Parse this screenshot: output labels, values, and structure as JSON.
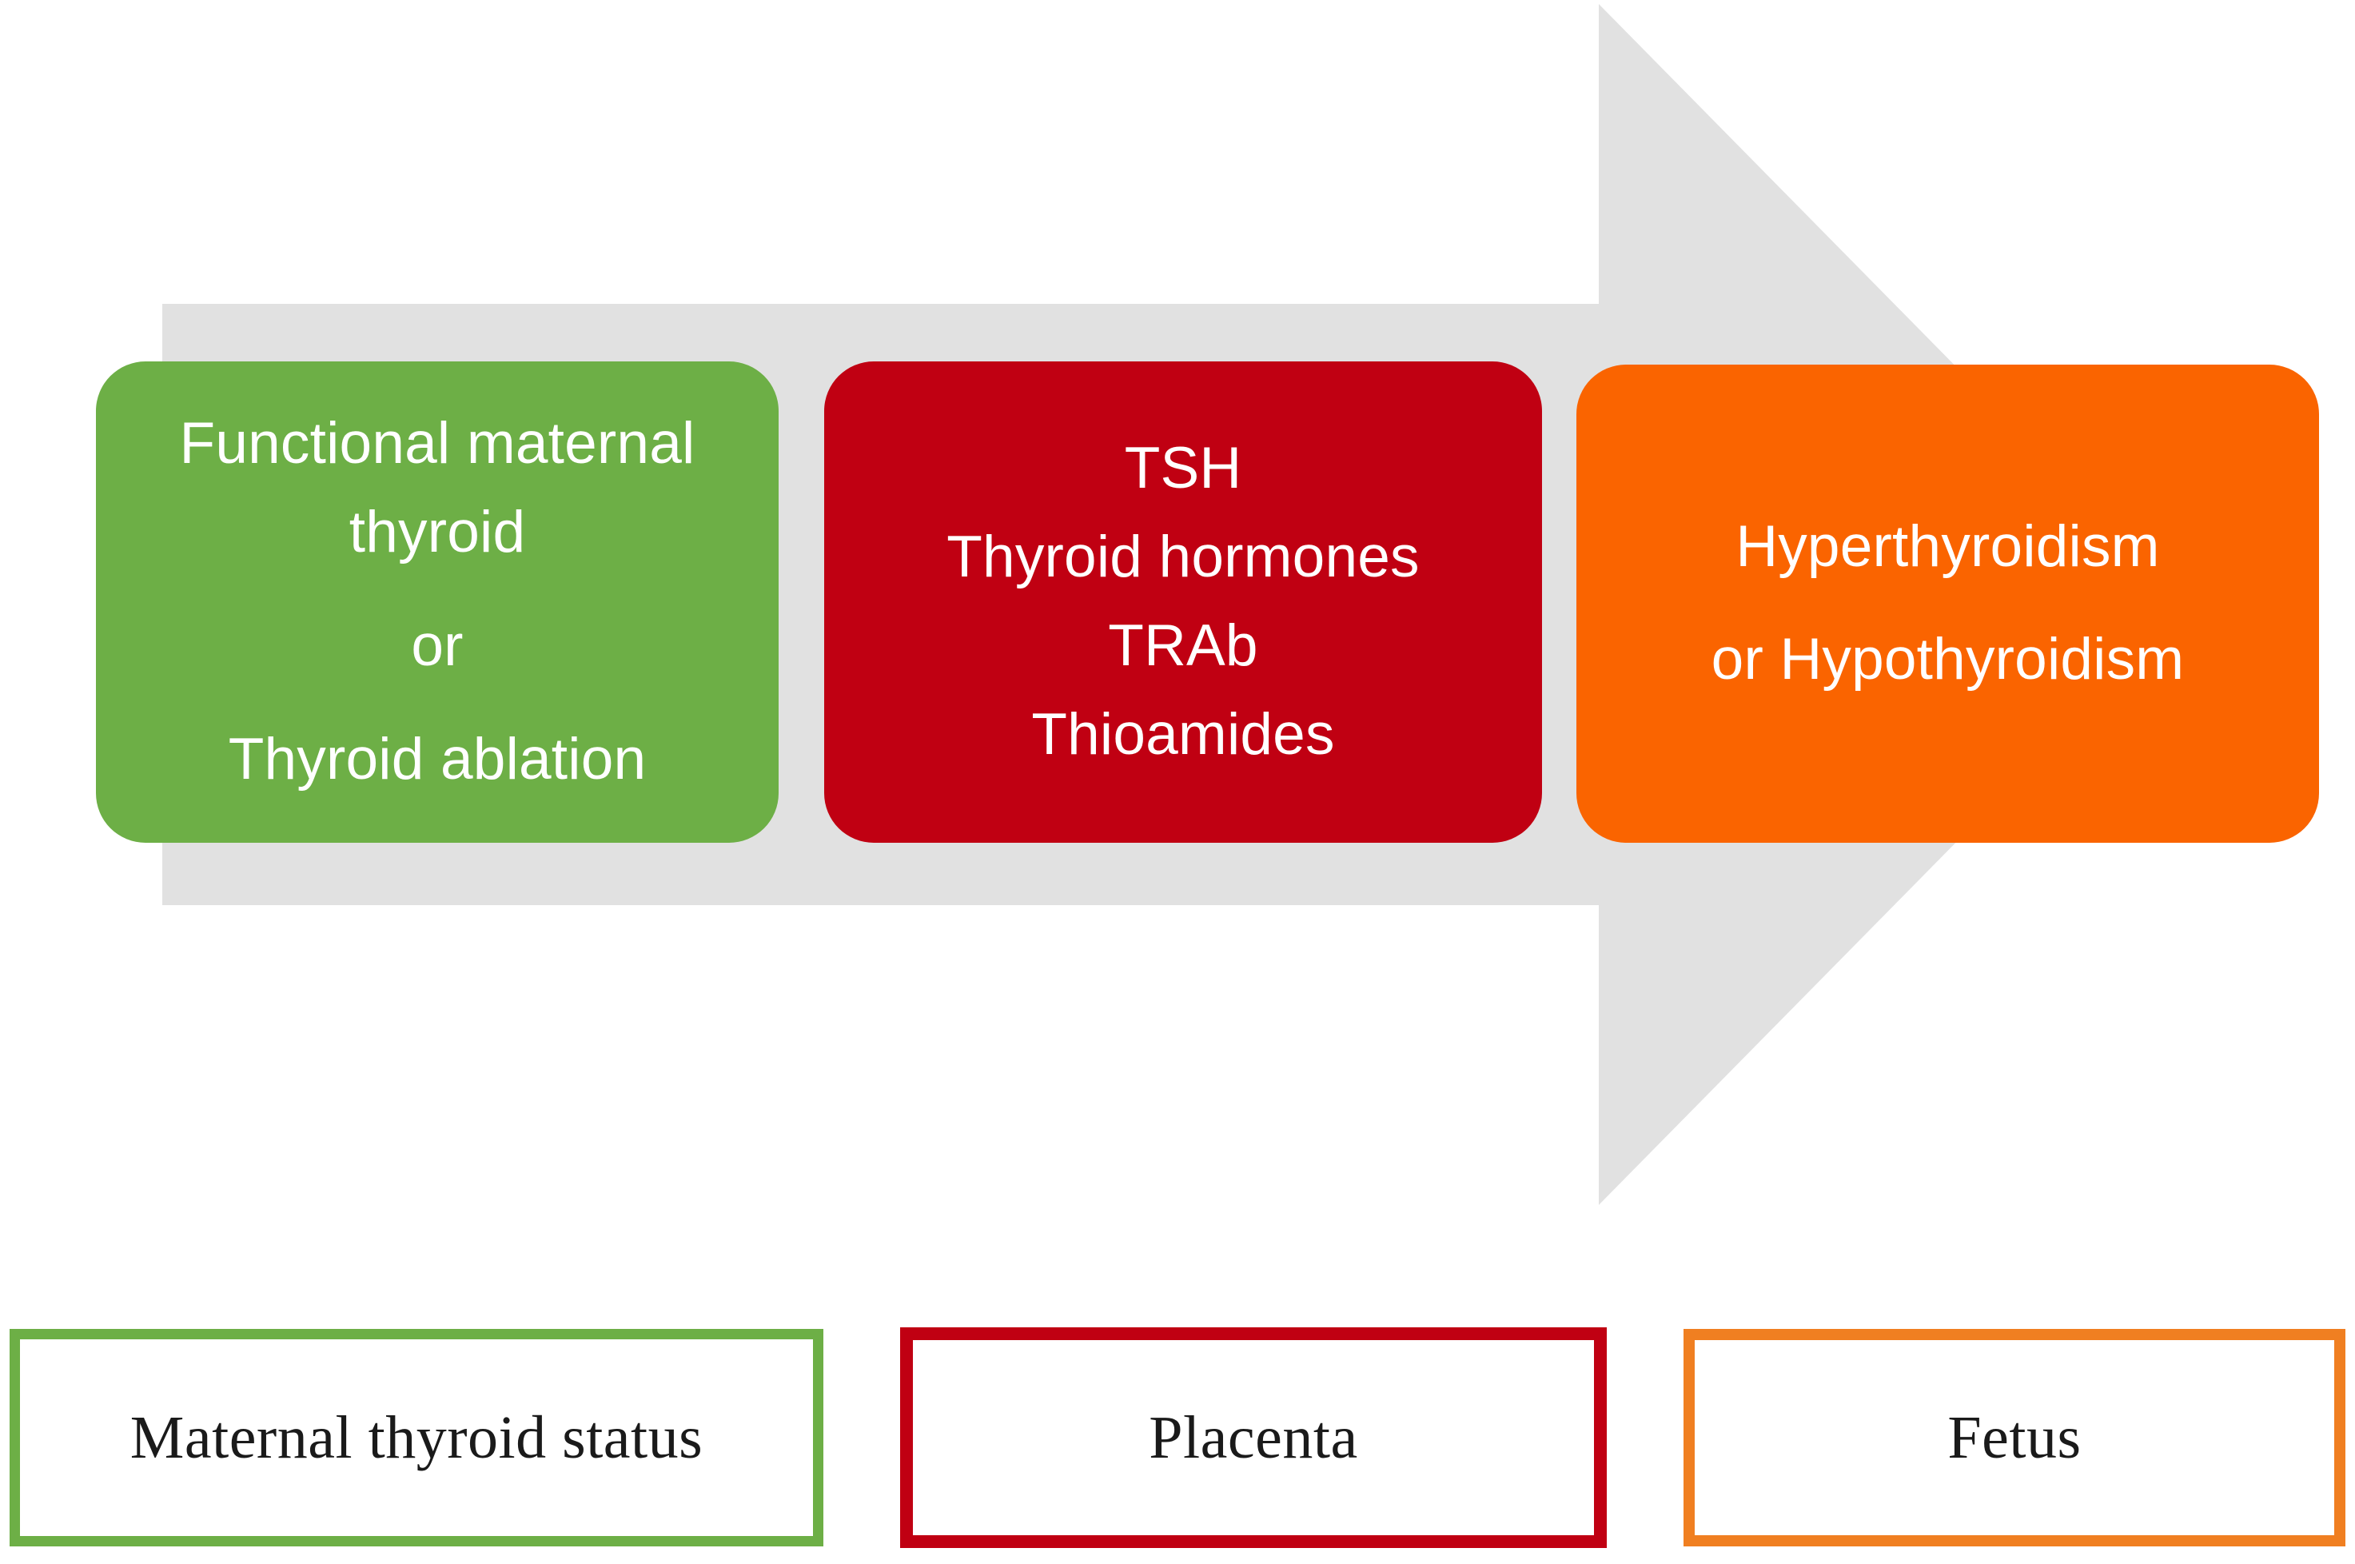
{
  "figure": {
    "type": "process-flow-diagram",
    "subject": "Maternal-placental-fetal thyroid axis",
    "arrow_color": "#E0E0E0",
    "direction": "left-to-right"
  },
  "flow": {
    "boxes": [
      {
        "id": "maternal",
        "stage_label": "Maternal thyroid status",
        "color": "#6DAF46",
        "lines": [
          "Functional maternal",
          "thyroid",
          "",
          "or",
          "",
          "Thyroid ablation"
        ],
        "text_color": "#FFFFFF"
      },
      {
        "id": "placenta",
        "stage_label": "Placenta",
        "color": "#C00012",
        "lines": [
          "TSH",
          "Thyroid hormones",
          "TRAb",
          "Thioamides"
        ],
        "text_color": "#FFFFFF"
      },
      {
        "id": "fetus",
        "stage_label": "Fetus",
        "color": "#FA6400",
        "lines": [
          "Hyperthyroidism",
          "or Hypothyroidism"
        ],
        "text_color": "#FFFFFF"
      }
    ]
  },
  "legend": {
    "items": [
      {
        "label": "Maternal thyroid status",
        "border_color": "#6DAF46"
      },
      {
        "label": "Placenta",
        "border_color": "#C00012"
      },
      {
        "label": "Fetus",
        "border_color": "#F07F21"
      }
    ]
  }
}
